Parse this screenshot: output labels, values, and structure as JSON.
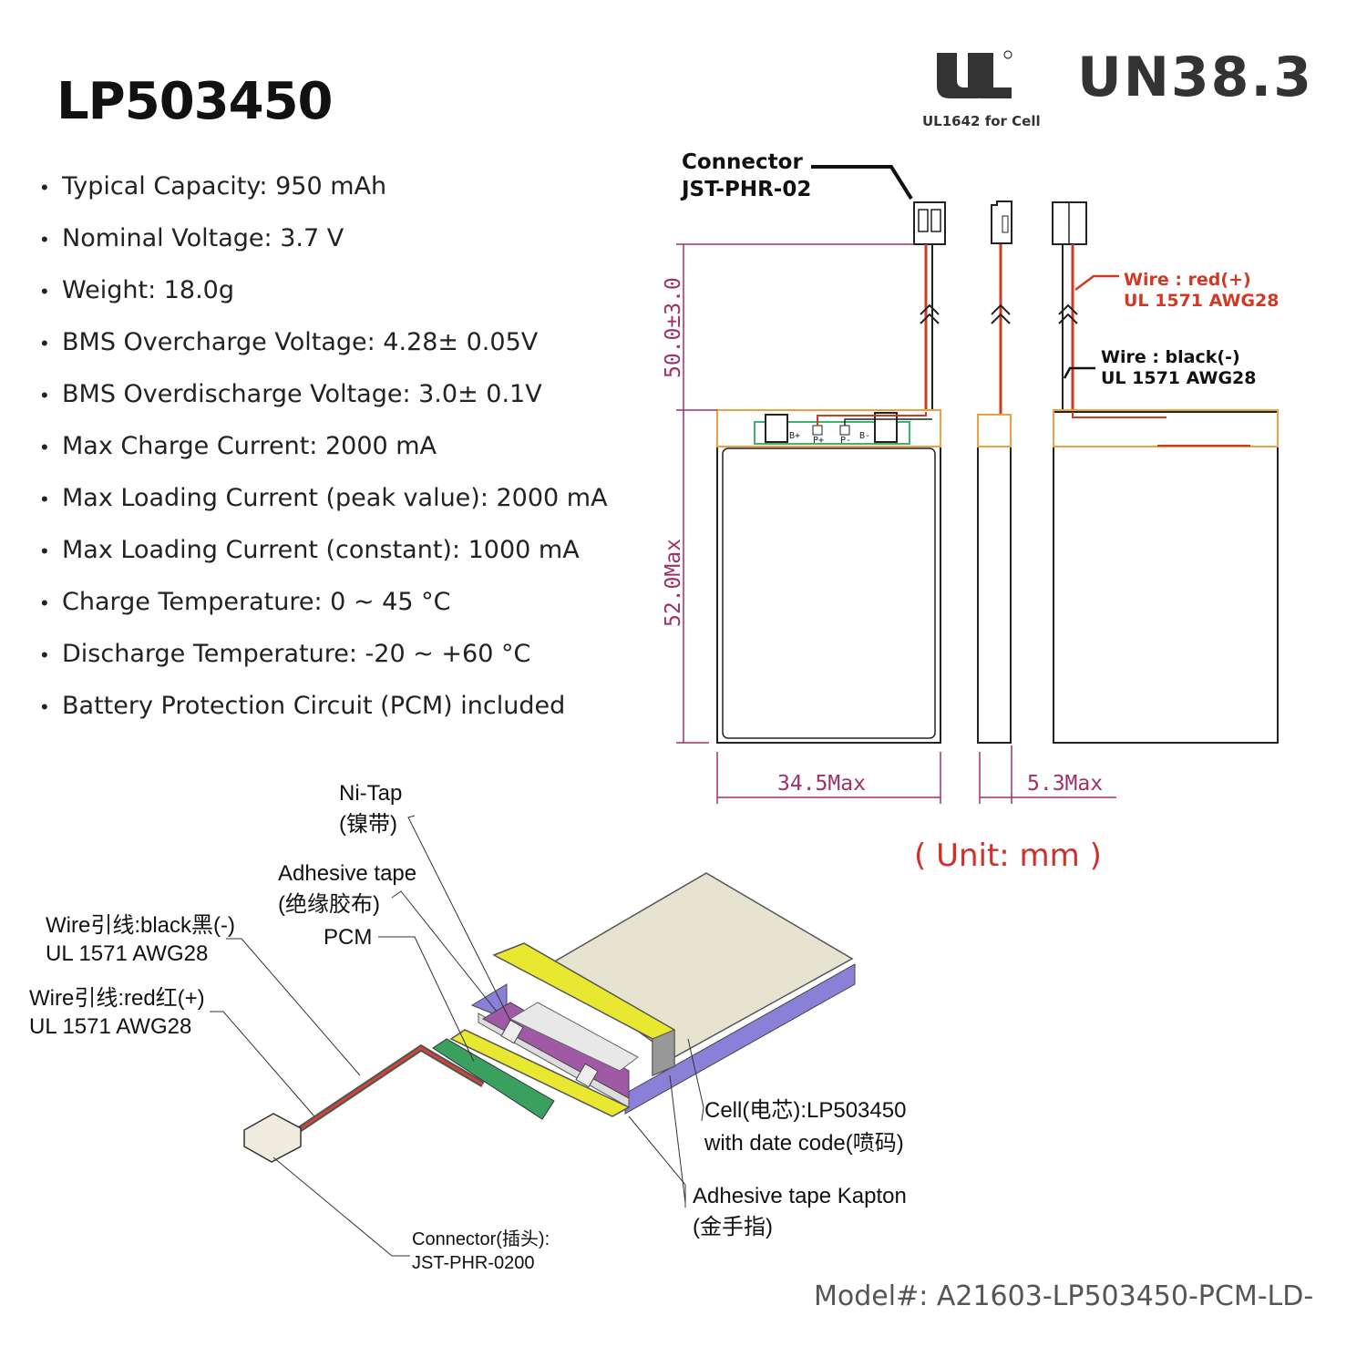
{
  "title": "LP503450",
  "certifications": {
    "ul_logo": "UL",
    "ul_caption": "UL1642 for Cell",
    "un": "UN38.3"
  },
  "specs": [
    "Typical Capacity: 950 mAh",
    "Nominal Voltage: 3.7 V",
    "Weight: 18.0g",
    "BMS Overcharge Voltage: 4.28± 0.05V",
    "BMS Overdischarge Voltage: 3.0± 0.1V",
    "Max Charge Current: 2000 mA",
    "Max Loading Current (peak value): 2000 mA",
    "Max Loading Current (constant): 1000 mA",
    "Charge Temperature: 0 ~ 45 °C",
    "Discharge Temperature: -20 ~ +60 °C",
    "Battery Protection Circuit (PCM) included"
  ],
  "drawing": {
    "connector_label": [
      "Connector",
      "JST-PHR-02"
    ],
    "wire_red": [
      "Wire : red(+)",
      "UL 1571 AWG28"
    ],
    "wire_black": [
      "Wire : black(-)",
      "UL 1571 AWG28"
    ],
    "pcb_pads": [
      "B+",
      "P+",
      "P-",
      "B-"
    ],
    "dim_wire": "50.0±3.0",
    "dim_height": "52.0Max",
    "dim_width": "34.5Max",
    "dim_thickness": "5.3Max",
    "unit": "( Unit: mm )",
    "colors": {
      "dimension": "#a0306a",
      "red_wire": "#d03a25",
      "band": "#f0a040",
      "pcb": "#3cb371"
    }
  },
  "exploded": {
    "ni_tap": [
      "Ni-Tap",
      "(镍带)"
    ],
    "adhesive_tape": [
      "Adhesive tape",
      "(绝缘胶布)"
    ],
    "pcm": "PCM",
    "wire_black": [
      "Wire引线:black黑(-)",
      "UL 1571 AWG28"
    ],
    "wire_red": [
      "Wire引线:red红(+)",
      "UL 1571 AWG28"
    ],
    "cell": [
      "Cell(电芯):LP503450",
      "with date code(喷码)"
    ],
    "kapton": [
      "Adhesive tape Kapton",
      "(金手指)"
    ],
    "connector": [
      "Connector(插头):",
      "JST-PHR-0200"
    ]
  },
  "model": "Model#: A21603-LP503450-PCM-LD-"
}
